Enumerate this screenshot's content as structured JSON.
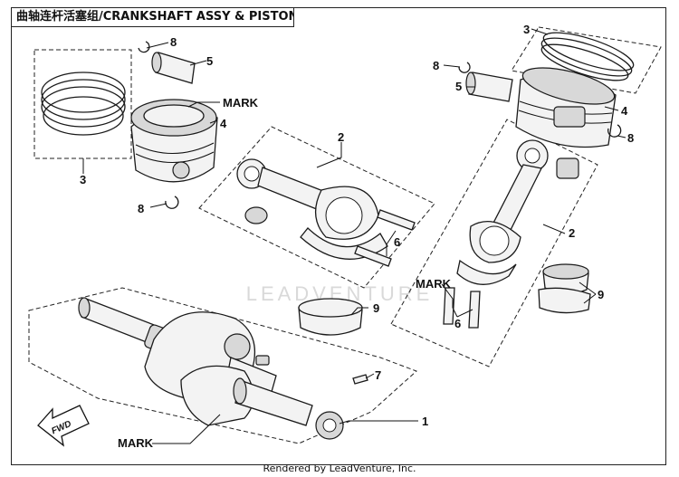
{
  "title": "曲轴连杆活塞组/CRANKSHAFT ASSY & PISTON",
  "watermark": "LEADVENTURE",
  "credit": "Rendered by LeadVenture, Inc.",
  "fwd_label": "FWD",
  "callouts": {
    "c1": "1",
    "c2a": "2",
    "c2b": "2",
    "c3a": "3",
    "c3b": "3",
    "c4a": "4",
    "c4b": "4",
    "c5a": "5",
    "c5b": "5",
    "c6a": "6",
    "c6b": "6",
    "c7": "7",
    "c8a": "8",
    "c8b": "8",
    "c8c": "8",
    "c8d": "8",
    "c9a": "9",
    "c9b": "9"
  },
  "mark_labels": {
    "m1": "MARK",
    "m2": "MARK",
    "m3": "MARK"
  }
}
